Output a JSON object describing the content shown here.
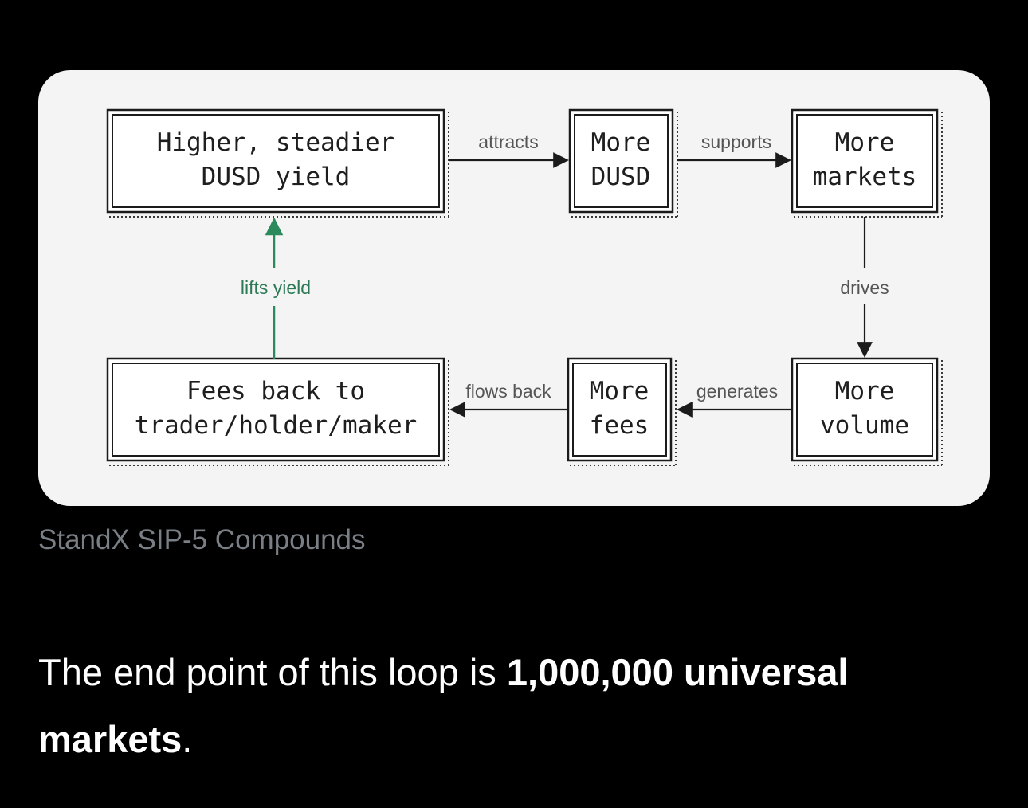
{
  "diagram": {
    "nodes": {
      "yield": {
        "lines": [
          "Higher, steadier",
          "DUSD yield"
        ]
      },
      "dusd": {
        "lines": [
          "More",
          "DUSD"
        ]
      },
      "markets": {
        "lines": [
          "More",
          "markets"
        ]
      },
      "volume": {
        "lines": [
          "More",
          "volume"
        ]
      },
      "fees": {
        "lines": [
          "More",
          "fees"
        ]
      },
      "fees_back": {
        "lines": [
          "Fees back to",
          "trader/holder/maker"
        ]
      }
    },
    "edges": {
      "attracts": "attracts",
      "supports": "supports",
      "drives": "drives",
      "generates": "generates",
      "flows_back": "flows back",
      "lifts_yield": "lifts yield"
    },
    "colors": {
      "loop_close": "#2b8a5c",
      "card_bg": "#f4f4f4"
    }
  },
  "caption": "StandX SIP-5 Compounds",
  "body": {
    "text_before": "The end point of this loop is ",
    "text_bold": "1,000,000 universal markets",
    "text_after": "."
  }
}
